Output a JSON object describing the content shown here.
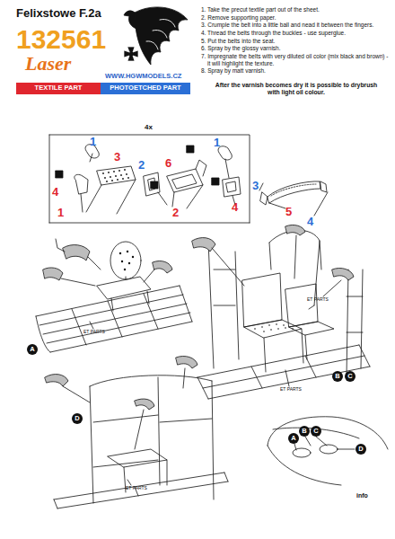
{
  "diagram": {
    "title": "Felixstowe F.2a",
    "nodes": [
      {
        "text": [
          "TEXTILE PART"
        ]
      },
      {
        "text": [
          "PHOTOETCHED PART"
        ]
      },
      {
        "text": [
          "A"
        ]
      },
      {
        "text": [
          "B"
        ]
      },
      {
        "text": [
          "C"
        ]
      },
      {
        "text": [
          "D"
        ]
      },
      {
        "text": [
          "A"
        ]
      },
      {
        "text": [
          "B"
        ]
      },
      {
        "text": [
          "C"
        ]
      },
      {
        "text": [
          "D"
        ]
      }
    ],
    "labels": [
      "132561",
      "Laser",
      "WWW.HGWMODELS.CZ",
      "1. Take the precut textile part out of the sheet.",
      "2. Remove supporting paper.",
      "3. Crumple the belt into a little ball and nead it between the fingers.",
      "4. Thread the belts through the buckles - use superglue.",
      "5. Put the belts into the seat.",
      "6. Spray by the glossy varnish.",
      "7. Impregnate the belts with very diluted oil color (mix black and brown) - it will highlight the texture.",
      "8. Spray by matt varnish.",
      "After the varnish becomes dry it is possible to drybrush with light oil colour.",
      "4x",
      "1",
      "4",
      "3",
      "1",
      "2",
      "6",
      "2",
      "1",
      "4",
      "3",
      "5",
      "4",
      "ET PARTS",
      "ET PARTS",
      "ET PARTS",
      "ET PARTS",
      "info"
    ]
  }
}
